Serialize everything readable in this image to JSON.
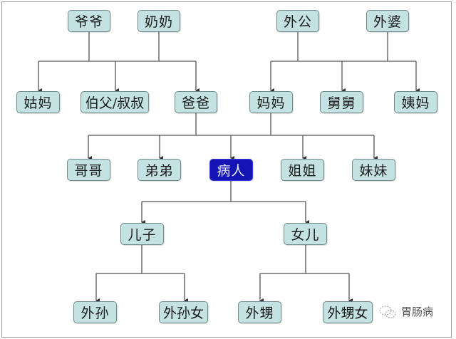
{
  "diagram": {
    "type": "family-tree",
    "colors": {
      "node_fill": "#c4e2e2",
      "node_border": "#6f8a8a",
      "patient_fill": "#1414b4",
      "patient_text": "#e8e8ff",
      "line": "#555555"
    },
    "nodes": {
      "grandfather": "爷爷",
      "grandmother": "奶奶",
      "maternal_grandfather": "外公",
      "maternal_grandmother": "外婆",
      "paternal_aunt": "姑妈",
      "paternal_uncle": "伯父/叔叔",
      "father": "爸爸",
      "mother": "妈妈",
      "maternal_uncle": "舅舅",
      "maternal_aunt": "姨妈",
      "older_brother": "哥哥",
      "younger_brother": "弟弟",
      "patient": "病人",
      "older_sister": "姐姐",
      "younger_sister": "妹妹",
      "son": "儿子",
      "daughter": "女儿",
      "sons_son": "外孙",
      "sons_daughter": "外孙女",
      "daughters_son": "外甥",
      "daughters_daughter": "外甥女"
    },
    "edges": [
      {
        "parents": [
          "爷爷",
          "奶奶"
        ],
        "children": [
          "姑妈",
          "伯父/叔叔",
          "爸爸"
        ]
      },
      {
        "parents": [
          "外公",
          "外婆"
        ],
        "children": [
          "妈妈",
          "舅舅",
          "姨妈"
        ]
      },
      {
        "parents": [
          "爸爸",
          "妈妈"
        ],
        "children": [
          "哥哥",
          "弟弟",
          "病人",
          "姐姐",
          "妹妹"
        ]
      },
      {
        "parents": [
          "病人"
        ],
        "children": [
          "儿子",
          "女儿"
        ]
      },
      {
        "parents": [
          "儿子"
        ],
        "children": [
          "外孙",
          "外孙女"
        ]
      },
      {
        "parents": [
          "女儿"
        ],
        "children": [
          "外甥",
          "外甥女"
        ]
      }
    ]
  },
  "watermark": {
    "label": "胃肠病",
    "icon": "wechat-icon"
  }
}
